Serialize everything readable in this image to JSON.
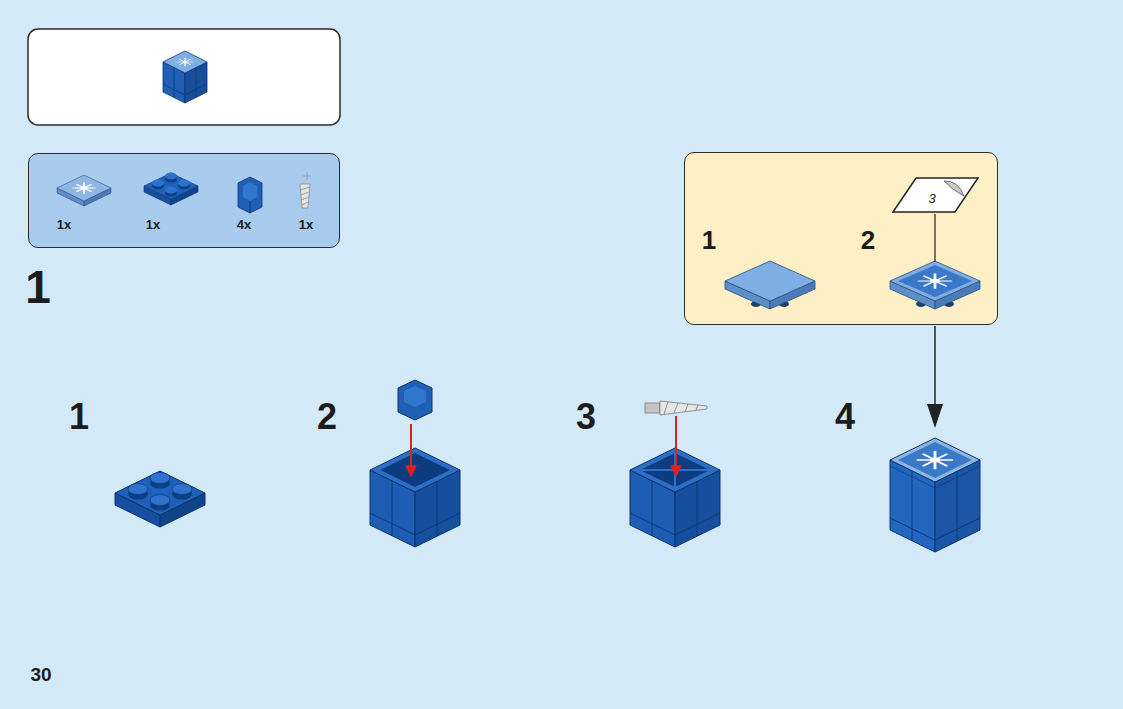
{
  "diagram": {
    "nodes": [
      {
        "text": [
          "1x",
          "1x",
          "4x",
          "1x"
        ]
      },
      {
        "text": [
          "1",
          "2",
          "3"
        ]
      }
    ],
    "labels": [
      "1",
      "1",
      "2",
      "3",
      "4",
      "30"
    ]
  }
}
